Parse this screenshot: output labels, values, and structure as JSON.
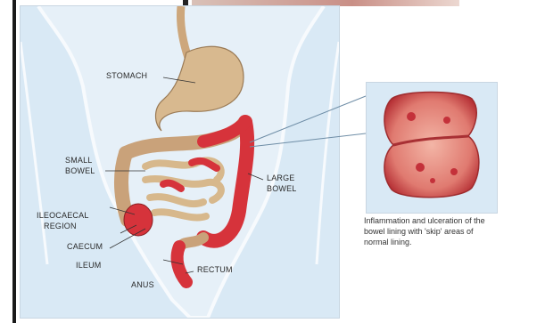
{
  "labels": {
    "stomach": "STOMACH",
    "small_bowel_1": "SMALL",
    "small_bowel_2": "BOWEL",
    "large_bowel_1": "LARGE",
    "large_bowel_2": "BOWEL",
    "ileocaecal_1": "ILEOCAECAL",
    "ileocaecal_2": "REGION",
    "caecum": "CAECUM",
    "ileum": "ILEUM",
    "rectum": "RECTUM",
    "anus": "ANUS"
  },
  "caption": {
    "line1": "Inflammation and ulceration of the",
    "line2": "bowel lining with 'skip' areas of",
    "line3": "normal lining."
  },
  "colors": {
    "panel_bg": "#d9e9f5",
    "body_outline": "#f2f6fa",
    "stomach": "#d8b98f",
    "bowel": "#d7b88c",
    "inflamed": "#d6333b"
  }
}
